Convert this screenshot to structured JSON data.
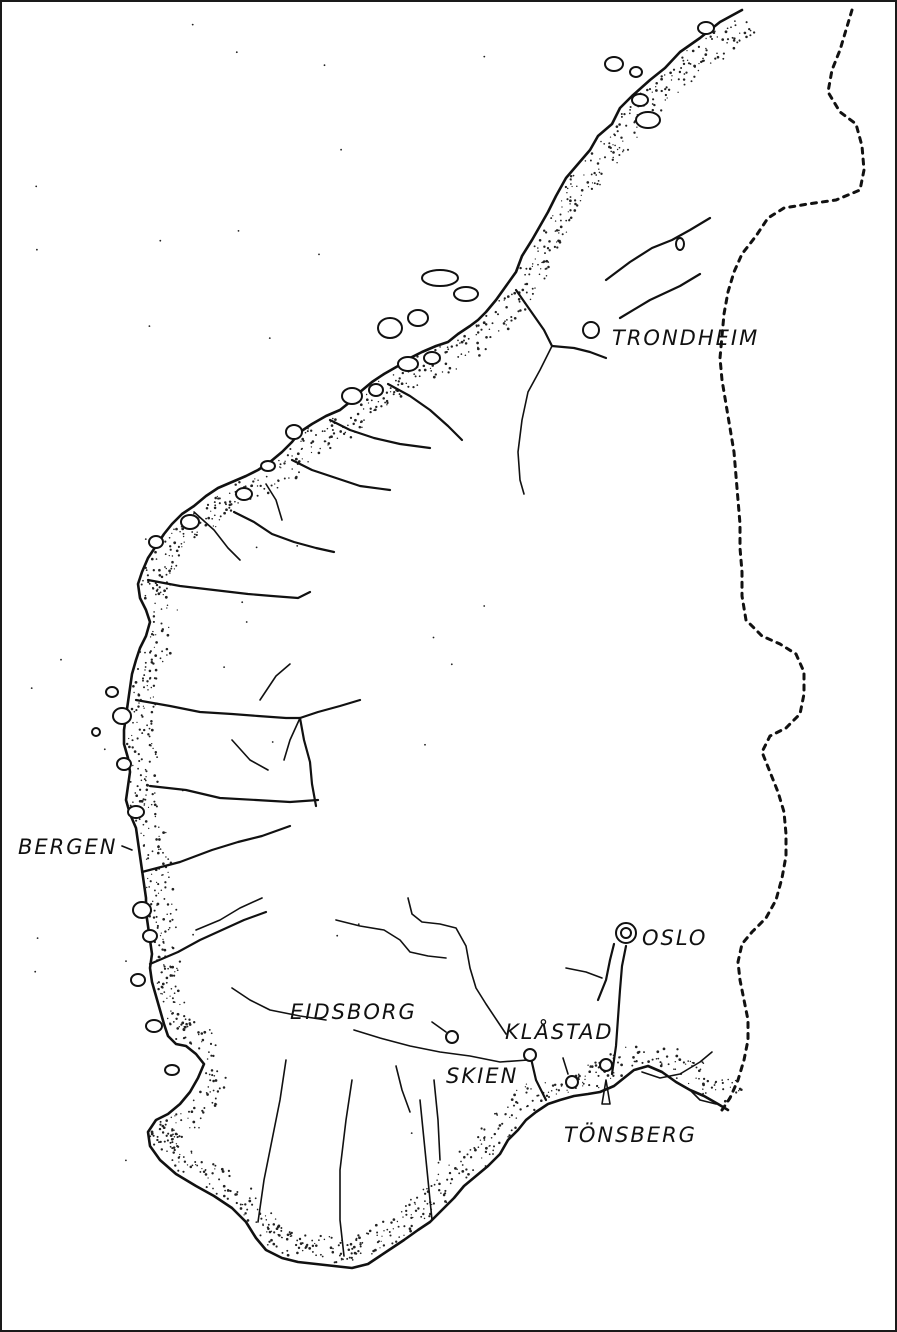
{
  "map": {
    "cities": {
      "trondheim": "TRONDHEIM",
      "bergen": "BERGEN",
      "oslo": "OSLO",
      "eidsborg": "EIDSBORG",
      "klastad": "KLÅSTAD",
      "skien": "SKIEN",
      "tonsberg": "TÖNSBERG"
    },
    "colors": {
      "ink": "#111111",
      "paper": "#ffffff"
    }
  }
}
